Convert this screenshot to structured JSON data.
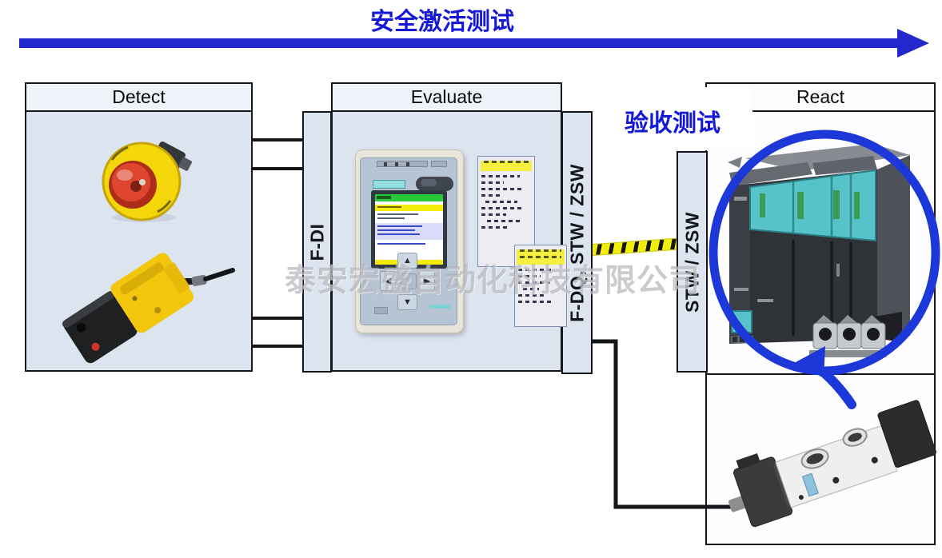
{
  "page": {
    "title_banner": "安全激活测试",
    "acceptance_test_label": "验收测试",
    "watermark": "泰安宏盛自动化科技有限公司"
  },
  "blocks": {
    "detect": {
      "header": "Detect"
    },
    "evaluate": {
      "header": "Evaluate"
    },
    "react": {
      "header": "React"
    }
  },
  "signals": {
    "f_di": "F-DI",
    "f_dq_stw_zsw": "F-DQ, STW / ZSW",
    "stw_zsw": "STW / ZSW"
  },
  "hmi_keypad": {
    "up": "▲",
    "down": "▼",
    "left": "◀",
    "right": "▶"
  },
  "colors": {
    "accent_blue": "#1d38d8",
    "title_blue": "#1519d6",
    "box_fill": "#dce4f0",
    "cable_yellow": "#f2ee0a",
    "drive_teal": "#56c3ca",
    "estop_yellow": "#f4d70b",
    "estop_red": "#df4630"
  },
  "figures": {
    "detect": [
      "emergency-stop-button",
      "safety-position-switch"
    ],
    "evaluate": [
      "fail-safe-controller",
      "config-screenshot-1",
      "config-screenshot-2"
    ],
    "react": [
      "drive-unit",
      "pneumatic-valve"
    ]
  }
}
